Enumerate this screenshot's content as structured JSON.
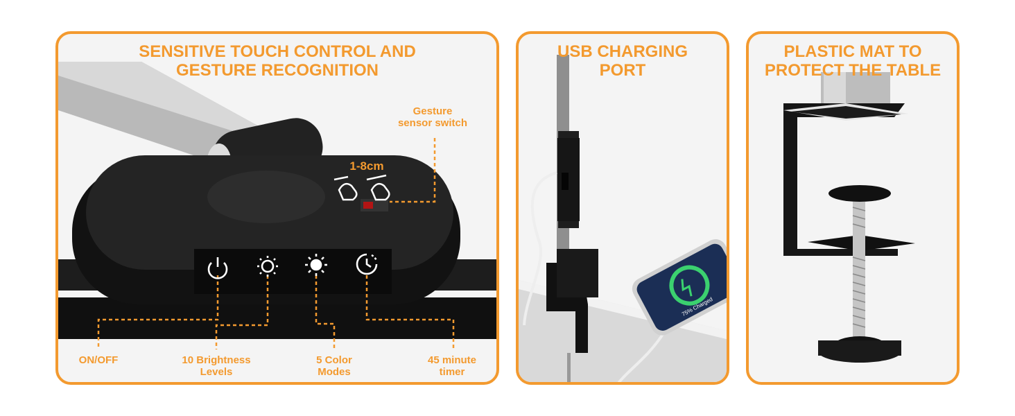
{
  "panels": {
    "touch": {
      "title": "SENSITIVE TOUCH CONTROL AND\nGESTURE RECOGNITION",
      "gesture_label": "Gesture\nsensor switch",
      "distance_label": "1-8cm",
      "buttons": [
        {
          "label": "ON/OFF",
          "icon": "power-icon"
        },
        {
          "label": "10 Brightness\nLevels",
          "icon": "brightness-icon"
        },
        {
          "label": "5 Color\nModes",
          "icon": "sun-icon"
        },
        {
          "label": "45 minute\ntimer",
          "icon": "timer-icon"
        }
      ]
    },
    "usb": {
      "title": "USB CHARGING\nPORT",
      "phone_text": "75% Charged"
    },
    "mat": {
      "title": "PLASTIC MAT TO\nPROTECT THE TABLE"
    }
  },
  "colors": {
    "accent": "#f39a2f",
    "device": "#1c1c1c"
  }
}
